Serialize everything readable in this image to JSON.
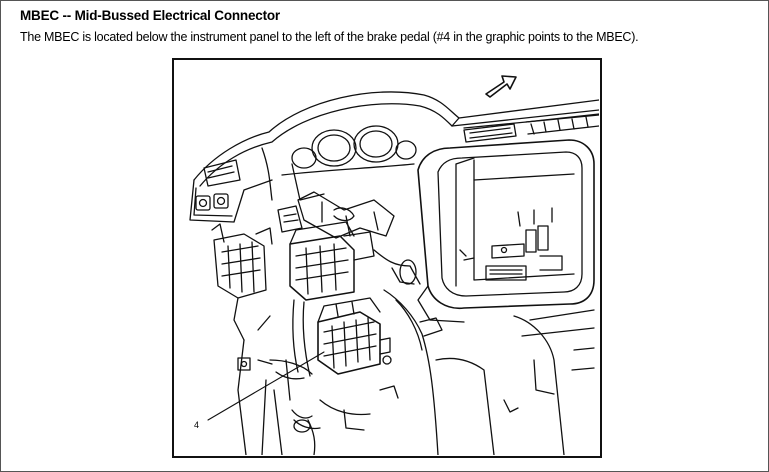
{
  "page": {
    "title": "MBEC -- Mid-Bussed Electrical Connector",
    "description": "The MBEC is located below the instrument panel to the left of the brake pedal (#4 in the graphic points to the MBEC)."
  },
  "figure": {
    "callout_label": "4",
    "direction_icon": "arrow-icon"
  }
}
